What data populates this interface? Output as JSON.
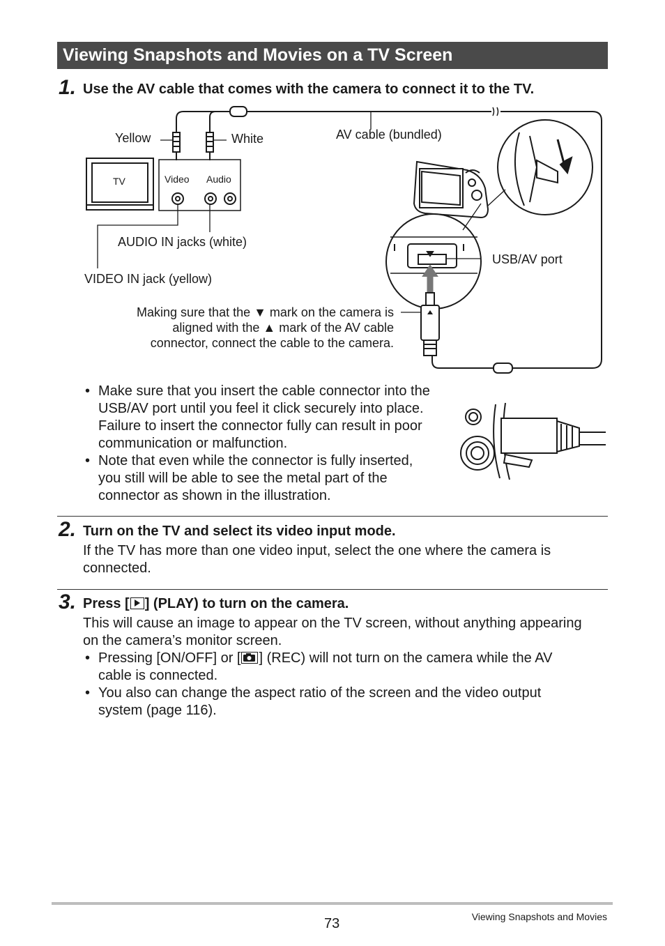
{
  "section_title": "Viewing Snapshots and Movies on a TV Screen",
  "step1": {
    "number": "1.",
    "title": "Use the AV cable that comes with the camera to connect it to the TV."
  },
  "diagram": {
    "yellow": "Yellow",
    "white": "White",
    "av_cable": "AV cable (bundled)",
    "tv": "TV",
    "video": "Video",
    "audio": "Audio",
    "audio_in": "AUDIO IN jacks (white)",
    "video_in": "VIDEO IN jack (yellow)",
    "usb_av_port": "USB/AV port",
    "making_sure": [
      "Making sure that the ▼ mark on the camera is",
      "aligned with the ▲ mark of the AV cable",
      "connector, connect the cable to the camera."
    ]
  },
  "bullets1": [
    [
      "Make sure that you insert the cable connector into the",
      "USB/AV port until you feel it click securely into place.",
      "Failure to insert the connector fully can result in poor",
      "communication or malfunction."
    ],
    [
      "Note that even while the connector is fully inserted,",
      "you still will be able to see the metal part of the",
      "connector as shown in the illustration."
    ]
  ],
  "step2": {
    "number": "2.",
    "title": "Turn on the TV and select its video input mode.",
    "body": [
      "If the TV has more than one video input, select the one where the camera is",
      "connected."
    ]
  },
  "step3": {
    "number": "3.",
    "title_pre": "Press [",
    "title_post": "] (PLAY) to turn on the camera.",
    "body": [
      "This will cause an image to appear on the TV screen, without anything appearing",
      "on the camera’s monitor screen."
    ],
    "bullet1_pre": "Pressing [ON/OFF] or [",
    "bullet1_post": "] (REC) will not turn on the camera while the AV",
    "bullet1_line2": "cable is connected.",
    "bullet2": [
      "You also can change the aspect ratio of the screen and the video output",
      "system (page 116)."
    ]
  },
  "footer": {
    "page_number": "73",
    "chapter": "Viewing Snapshots and Movies"
  },
  "icons": [
    "play-icon",
    "camera-icon"
  ]
}
